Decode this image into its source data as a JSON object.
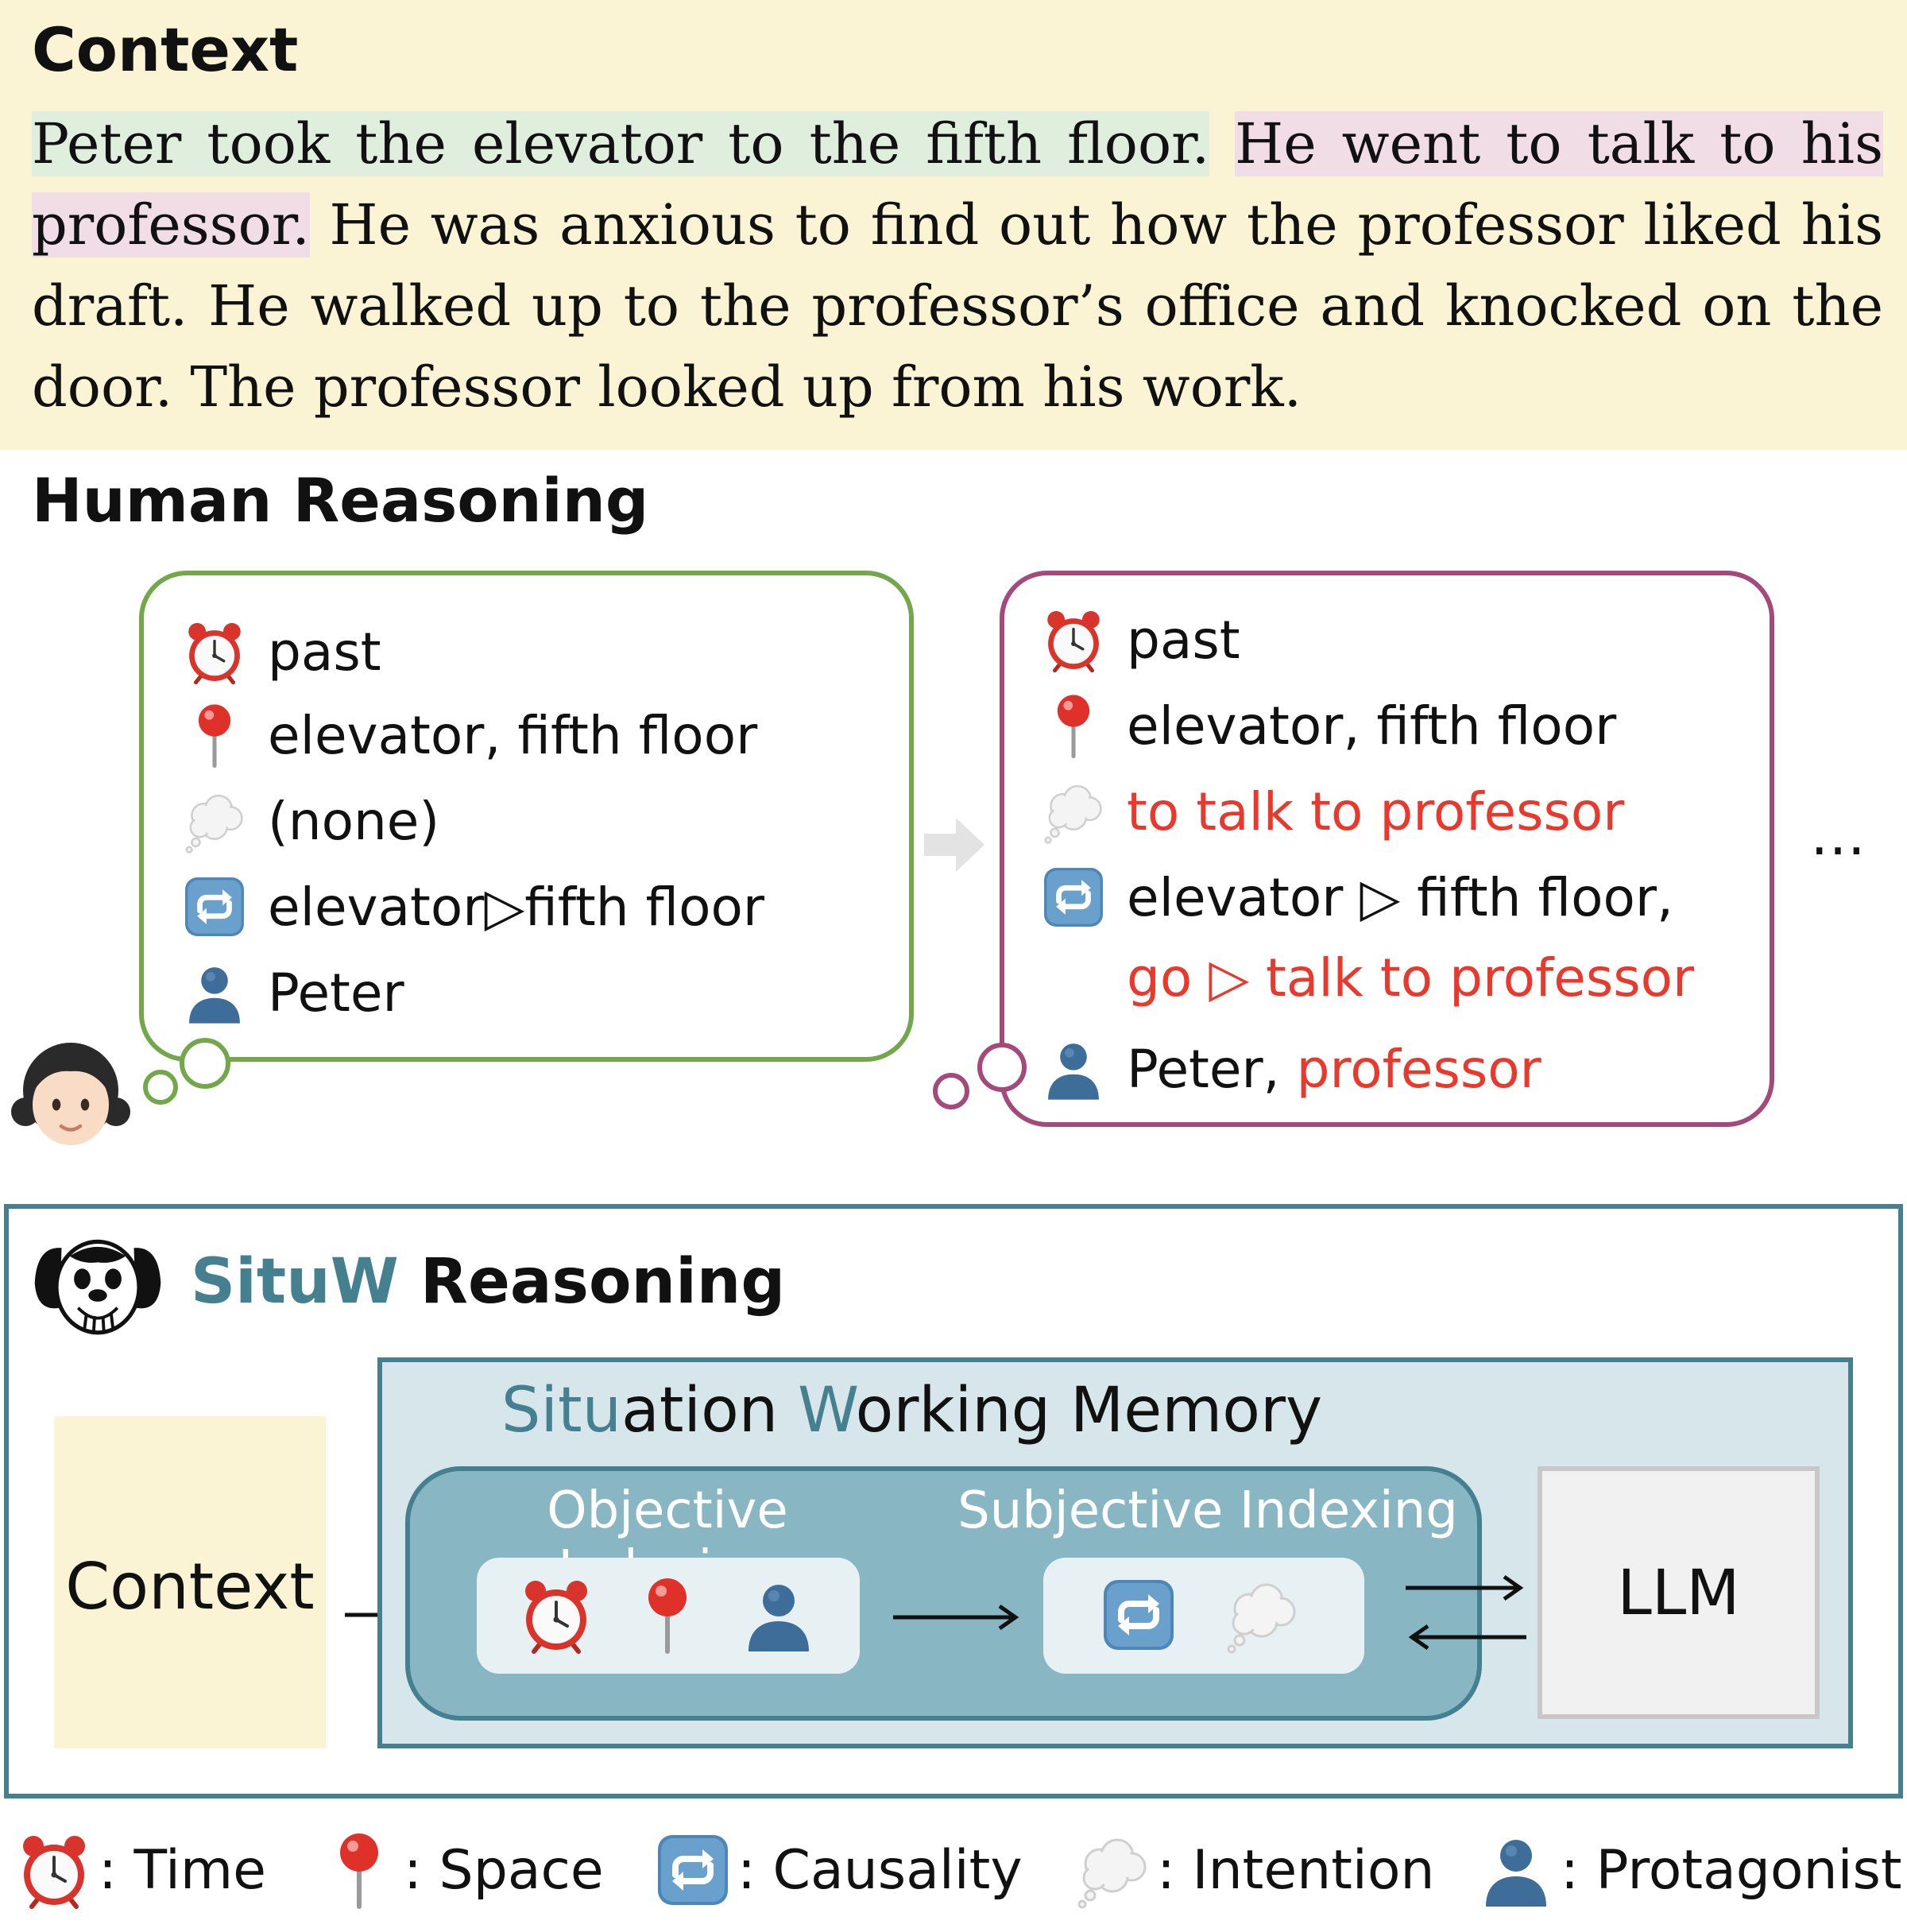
{
  "context": {
    "title": "Context",
    "sentences": [
      "Peter took the elevator to the fifth floor.",
      "He went to talk to his professor.",
      "He was anxious to find out how the professor liked his draft. He walked up to the professor’s office and knocked on the door. The professor looked up from his work."
    ],
    "highlight_colors": {
      "first": "#dfeedd",
      "second": "#f1dde6"
    },
    "background": "#faf3d4"
  },
  "human": {
    "title": "Human Reasoning",
    "bubble1": {
      "color": "#73a84a",
      "time": "past",
      "space": "elevator, fifth floor",
      "intention": "(none)",
      "causality": "elevator▷fifth floor",
      "protagonist": "Peter"
    },
    "bubble2": {
      "color": "#a44a7b",
      "time": "past",
      "space": "elevator, fifth floor",
      "intention": "to talk to professor",
      "causality": "elevator ▷ fifth floor,",
      "causality_new": "go ▷ talk to professor",
      "protagonist": "Peter,",
      "protagonist_new": "professor"
    },
    "ellipsis": "…",
    "highlight_color": "#e8392c"
  },
  "situw": {
    "title_brand": "SituW",
    "title_rest": "Reasoning",
    "context_label": "Context",
    "memory_title": {
      "a1": "Situ",
      "a2": "ation ",
      "b1": "W",
      "b2": "orking Memory"
    },
    "objective_label": "Objective Indexing",
    "subjective_label": "Subjective Indexing",
    "llm_label": "LLM",
    "accent": "#44808f"
  },
  "legend": [
    {
      "icon": "alarm-clock-icon",
      "label": ": Time"
    },
    {
      "icon": "pushpin-icon",
      "label": " : Space"
    },
    {
      "icon": "repeat-icon",
      "label": ": Causality"
    },
    {
      "icon": "thought-balloon-icon",
      "label": ": Intention"
    },
    {
      "icon": "person-silhouette-icon",
      "label": ": Protagonist"
    }
  ]
}
